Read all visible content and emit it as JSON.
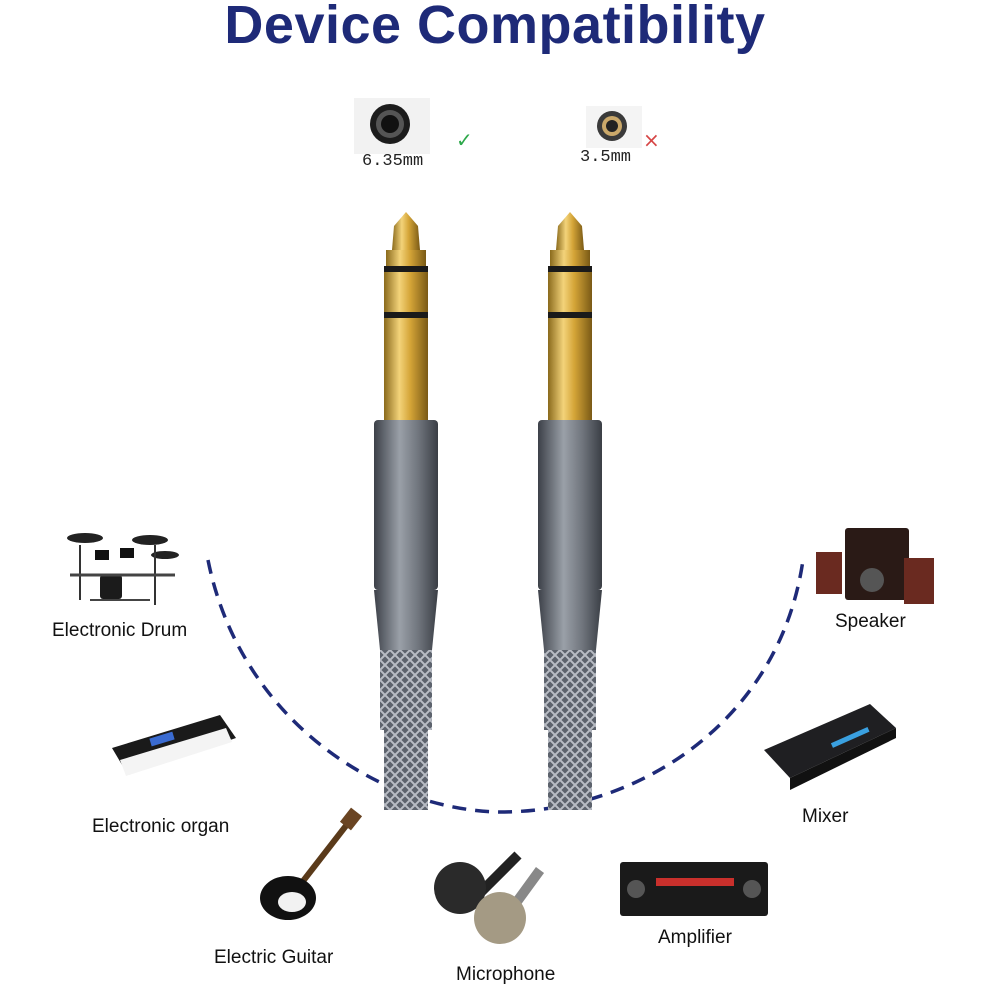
{
  "header": {
    "title": "Device Compatibility"
  },
  "jacks": [
    {
      "size_label": "6.35mm",
      "status": "compatible",
      "mark": "✓",
      "mark_color": "#2ca84a"
    },
    {
      "size_label": "3.5mm",
      "status": "incompatible",
      "mark": "×",
      "mark_color": "#d64545"
    }
  ],
  "devices": {
    "electronic_drum": "Electronic Drum",
    "electronic_organ": "Electronic organ",
    "electric_guitar": "Electric Guitar",
    "microphone": "Microphone",
    "amplifier": "Amplifier",
    "mixer": "Mixer",
    "speaker": "Speaker"
  },
  "colors": {
    "title": "#1e2a78",
    "dashed_arc": "#1e2a78",
    "plug_gold": "#d4a437",
    "plug_sleeve": "#6f747c",
    "braid": "#8a8f99"
  }
}
